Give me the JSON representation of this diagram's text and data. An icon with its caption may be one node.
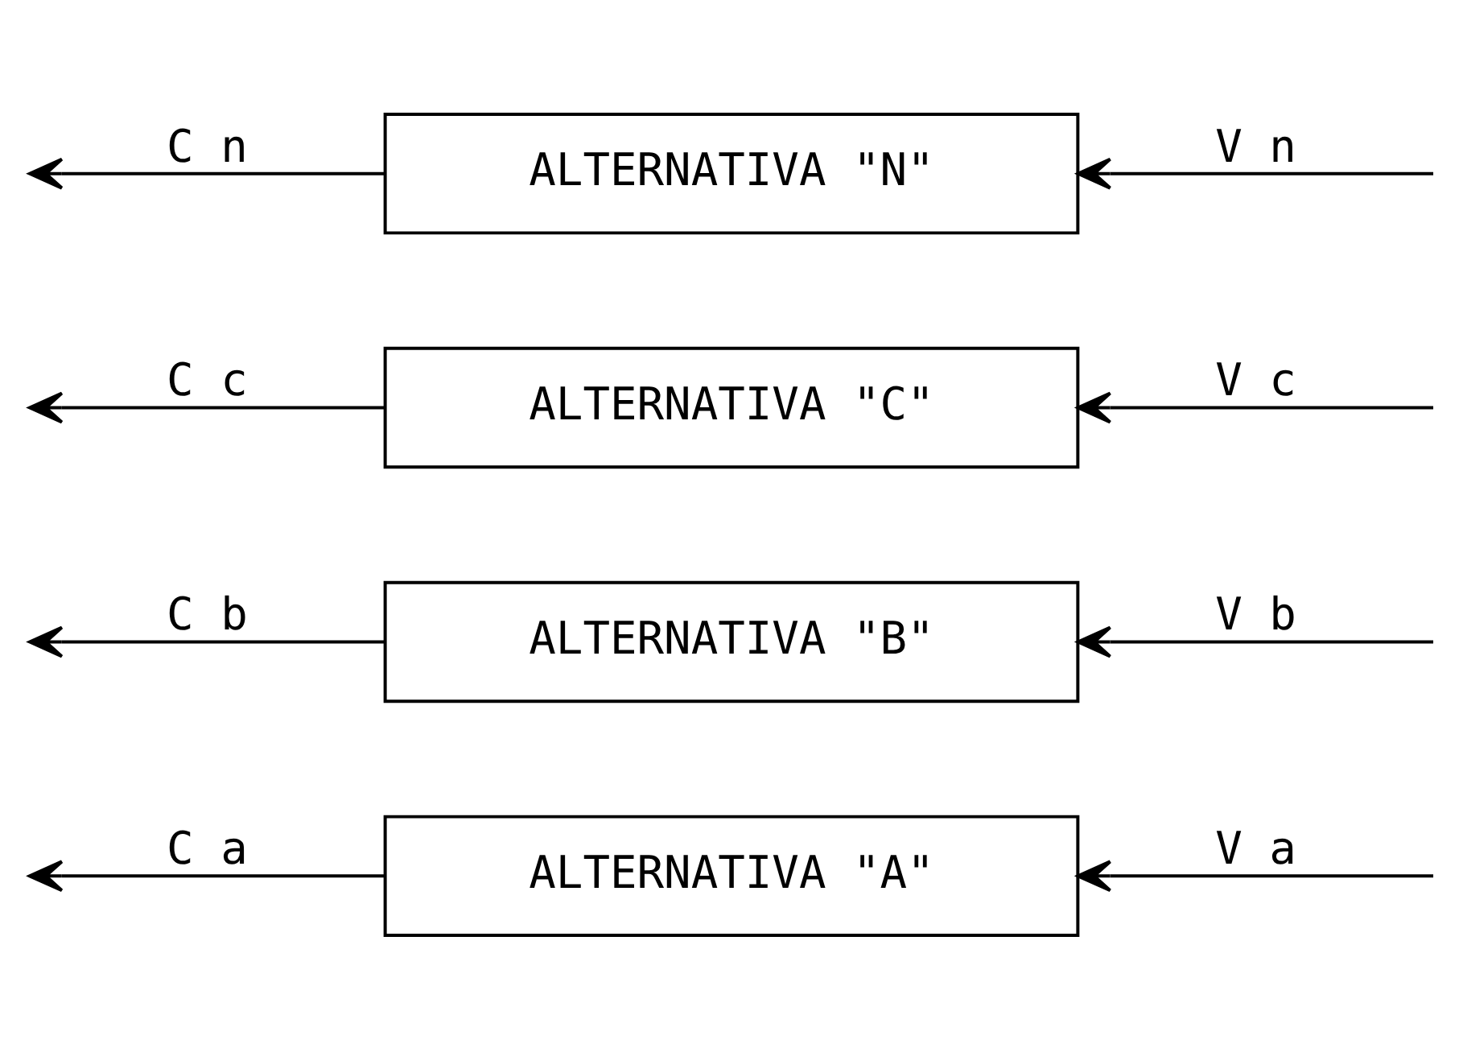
{
  "diagram": {
    "nodes": [
      {
        "text": [
          "ALTERNATIVA \"A\""
        ]
      },
      {
        "text": [
          "ALTERNATIVA \"B\""
        ]
      },
      {
        "text": [
          "ALTERNATIVA \"C\""
        ]
      },
      {
        "text": [
          "ALTERNATIVA \"N\""
        ]
      }
    ],
    "edges": [
      {
        "from": null,
        "to": 0,
        "arrow": "to",
        "label": "V a"
      },
      {
        "from": 0,
        "to": null,
        "arrow": "to",
        "label": "C a"
      },
      {
        "from": null,
        "to": 1,
        "arrow": "to",
        "label": "V b"
      },
      {
        "from": 1,
        "to": null,
        "arrow": "to",
        "label": "C b"
      },
      {
        "from": null,
        "to": 2,
        "arrow": "to",
        "label": "V c"
      },
      {
        "from": 2,
        "to": null,
        "arrow": "to",
        "label": "C c"
      },
      {
        "from": null,
        "to": 3,
        "arrow": "to",
        "label": "V n"
      },
      {
        "from": 3,
        "to": null,
        "arrow": "to",
        "label": "C n"
      }
    ]
  }
}
